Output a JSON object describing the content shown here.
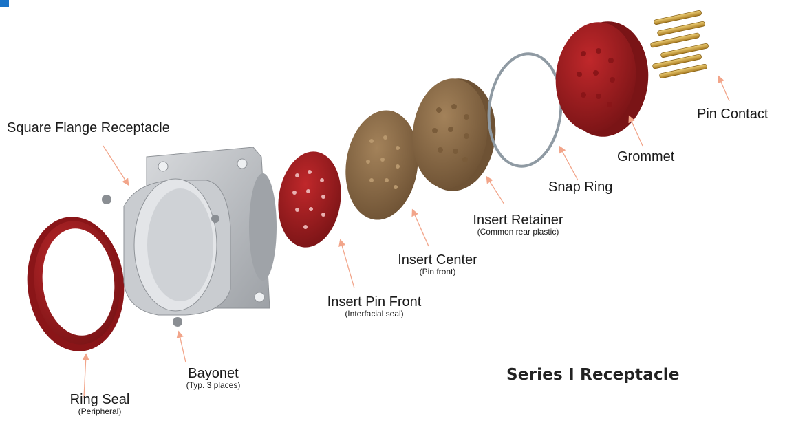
{
  "title": "Series I Receptacle",
  "colors": {
    "arrow": "#f2a58a",
    "seal_red": "#9e1c1f",
    "insert_tan": "#8a6a44",
    "housing_gray": "#b9bcc0",
    "contact_gold": "#c89a3c",
    "snap_ring": "#8f9aa3",
    "accent_blue": "#1a73c7"
  },
  "labels": {
    "square_flange_receptacle": "Square Flange Receptacle",
    "ring_seal": "Ring Seal",
    "ring_seal_sub": "(Peripheral)",
    "bayonet": "Bayonet",
    "bayonet_sub": "(Typ. 3 places)",
    "insert_pin_front": "Insert Pin Front",
    "insert_pin_front_sub": "(Interfacial seal)",
    "insert_center": "Insert Center",
    "insert_center_sub": "(Pin front)",
    "insert_retainer": "Insert Retainer",
    "insert_retainer_sub": "(Common rear plastic)",
    "snap_ring": "Snap Ring",
    "grommet": "Grommet",
    "pin_contact": "Pin Contact"
  }
}
